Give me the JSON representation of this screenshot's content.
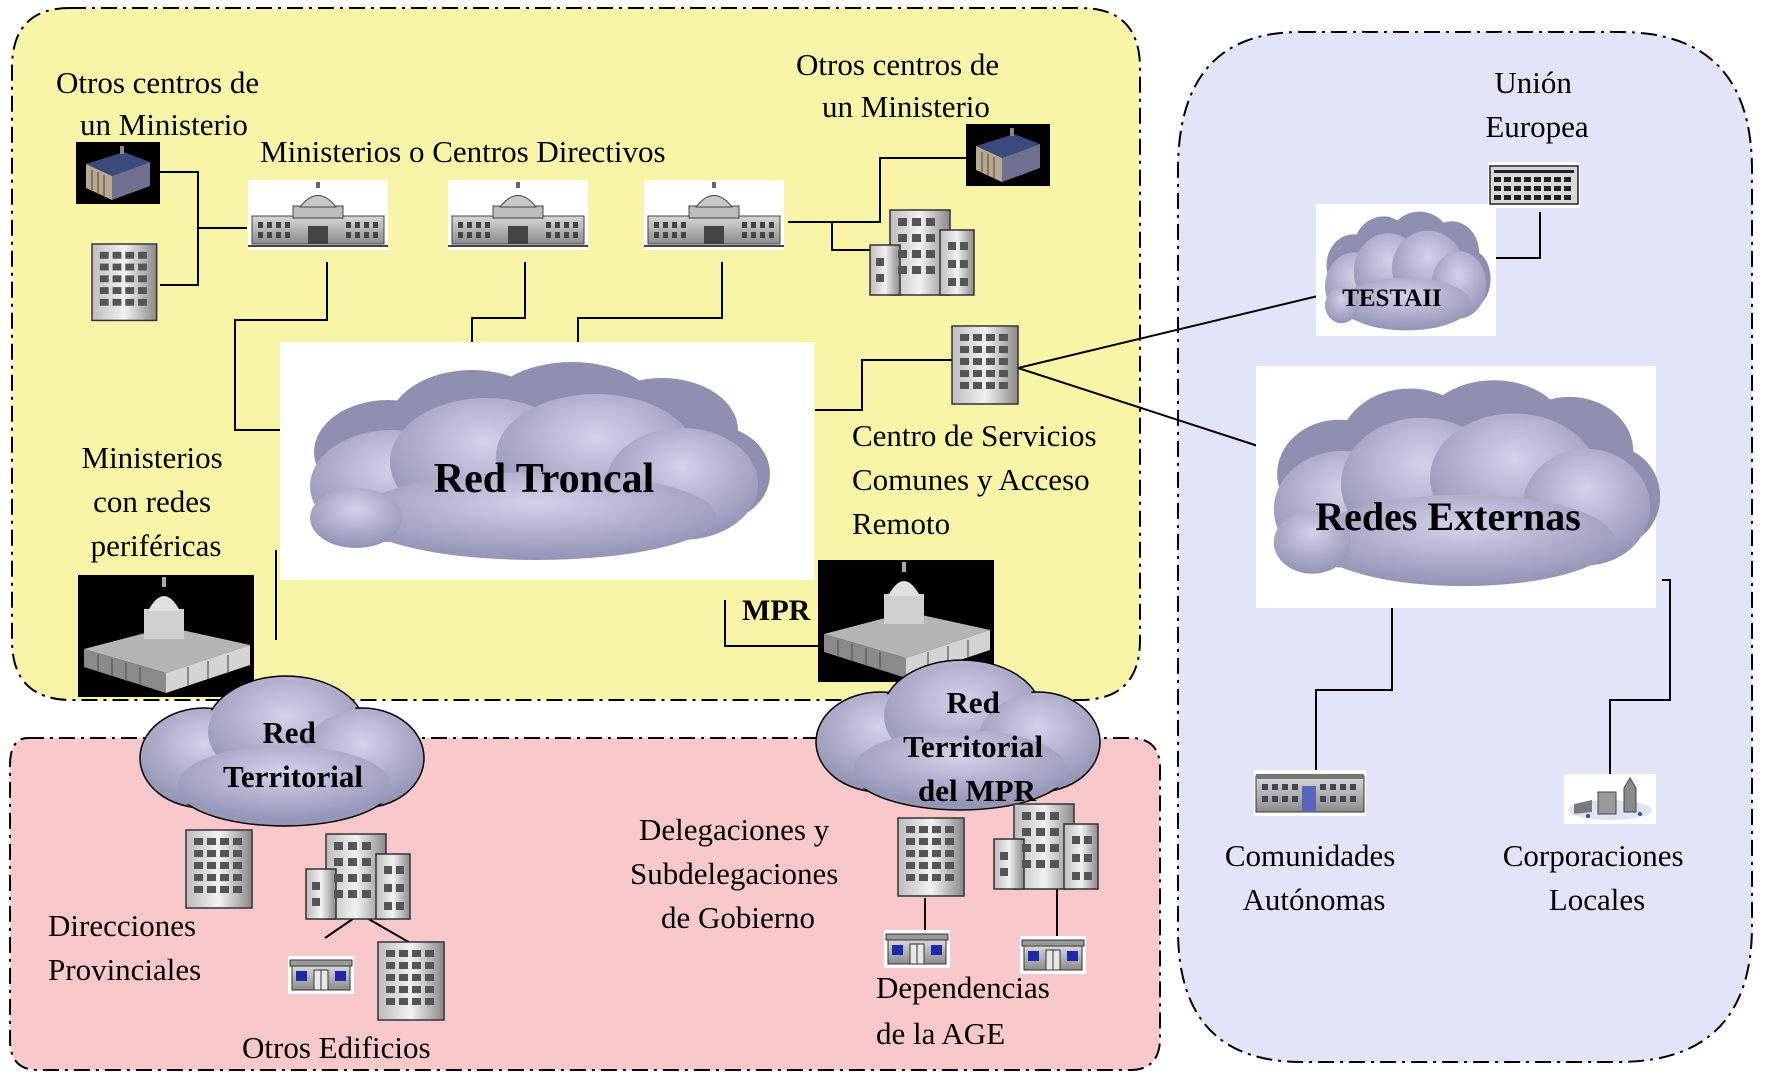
{
  "zones": {
    "core": {
      "color": "#f8f4a8"
    },
    "territorial": {
      "color": "#f9c8ca"
    },
    "external": {
      "color": "#e2e4fa"
    }
  },
  "colors": {
    "cloud_light": "#c9c9e3",
    "cloud_dark": "#8f8fb0",
    "line": "#000000"
  },
  "labels": {
    "otros_centros_left": [
      "Otros centros de",
      "un Ministerio"
    ],
    "otros_centros_right": [
      "Otros centros de",
      "un Ministerio"
    ],
    "ministerios_centros": "Ministerios o Centros Directivos",
    "ministerios_perifericas": [
      "Ministerios",
      "con redes",
      "periféricas"
    ],
    "red_troncal": "Red Troncal",
    "centro_servicios": [
      "Centro de Servicios",
      "Comunes y Acceso",
      "Remoto"
    ],
    "mpr": "MPR",
    "union_europea": [
      "Unión",
      "Europea"
    ],
    "testaii": "TESTAII",
    "redes_externas": "Redes Externas",
    "comunidades": [
      "Comunidades",
      "Autónomas"
    ],
    "corporaciones": [
      "Corporaciones",
      "Locales"
    ],
    "red_territorial": [
      "Red",
      "Territorial"
    ],
    "red_territorial_mpr": [
      "Red",
      "Territorial",
      "del MPR"
    ],
    "direcciones": [
      "Direcciones",
      "Provinciales"
    ],
    "otros_edificios": "Otros Edificios",
    "delegaciones": [
      "Delegaciones y",
      "Subdelegaciones",
      "de Gobierno"
    ],
    "dependencias": [
      "Dependencias",
      "de la AGE"
    ]
  }
}
